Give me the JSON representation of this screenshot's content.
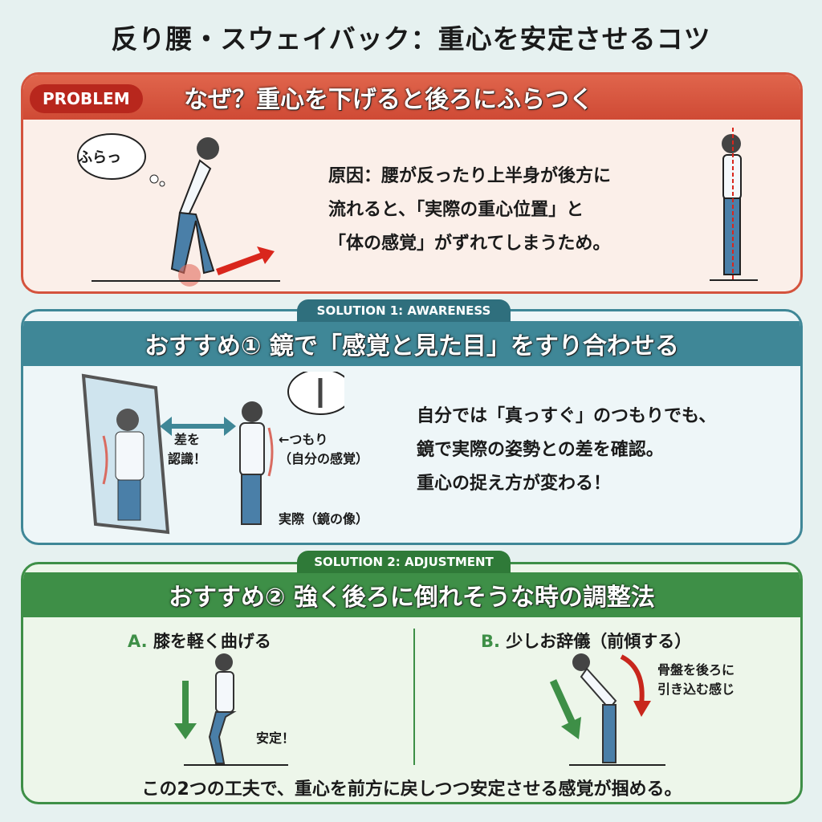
{
  "title": "反り腰・スウェイバック：重心を安定させるコツ",
  "problem": {
    "tag": "PROBLEM",
    "heading": "なぜ？重心を下げると後ろにふらつく",
    "bubble": "ふらっ",
    "lines": [
      "原因：腰が反ったり上半身が後方に",
      "流れると、「実際の重心位置」と",
      "「体の感覚」がずれてしまうため。"
    ]
  },
  "solution1": {
    "tag": "SOLUTION 1: AWARENESS",
    "heading": "おすすめ①  鏡で「感覚と見た目」をすり合わせる",
    "arrow_label": [
      "差を",
      "認識！"
    ],
    "tsumori": [
      "←つもり",
      "（自分の感覚）"
    ],
    "actual": "実際（鏡の像）",
    "lines": [
      "自分では「真っすぐ」のつもりでも、",
      "鏡で実際の姿勢との差を確認。",
      "重心の捉え方が変わる！"
    ]
  },
  "solution2": {
    "tag": "SOLUTION 2: ADJUSTMENT",
    "heading": "おすすめ②  強く後ろに倒れそうな時の調整法",
    "a": {
      "letter": "A.",
      "label": "膝を軽く曲げる",
      "note": "安定！"
    },
    "b": {
      "letter": "B.",
      "label": "少しお辞儀（前傾する）",
      "note": [
        "骨盤を後ろに",
        "引き込む感じ"
      ]
    },
    "footer": "この2つの工夫で、重心を前方に戻しつつ安定させる感覚が掴める。"
  },
  "colors": {
    "problem": "#d4533d",
    "solution1": "#3f8797",
    "solution2": "#3e8f47"
  }
}
